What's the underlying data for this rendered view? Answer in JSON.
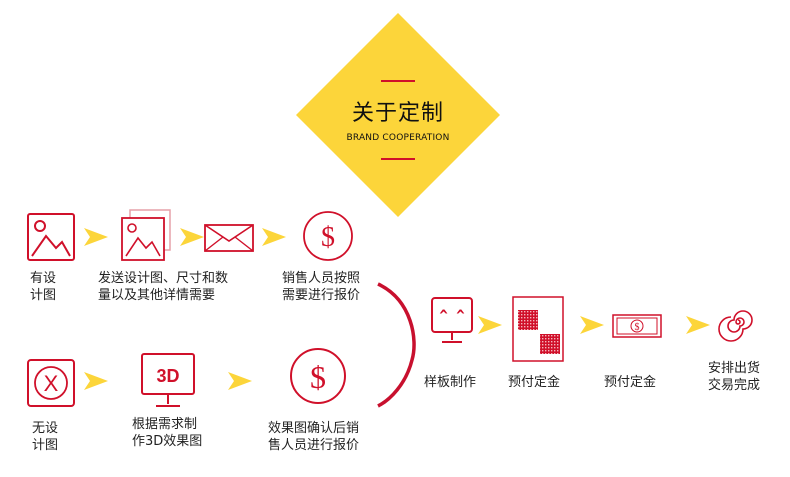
{
  "header": {
    "title": "关于定制",
    "subtitle": "BRAND COOPERATION"
  },
  "colors": {
    "accent_yellow": "#fcd53a",
    "brand_red": "#c8102e",
    "icon_red": "#d0102a"
  },
  "row_top": {
    "step1": {
      "label": "有设\n计图",
      "icon": "image-icon"
    },
    "step2": {
      "label": "发送设计图、尺寸和数\n量以及其他详情需要",
      "icon": "images-stack-icon"
    },
    "step3": {
      "icon": "envelope-icon"
    },
    "step4": {
      "label": "销售人员按照\n需要进行报价",
      "icon": "dollar-circle-icon"
    }
  },
  "row_bottom": {
    "step1": {
      "label": "无设\n计图",
      "icon": "x-badge-icon"
    },
    "step2": {
      "label": "根据需求制\n作3D效果图",
      "icon": "monitor-3d-icon",
      "icon_text": "3D"
    },
    "step3": {
      "label": "效果图确认后销\n售人员进行报价",
      "icon": "dollar-circle-icon"
    }
  },
  "row_final": {
    "step1": {
      "label": "样板制作",
      "icon": "sample-face-icon",
      "icon_text": "^ ^"
    },
    "step2": {
      "label": "预付定金",
      "icon": "fabric-swatch-icon"
    },
    "step3": {
      "label": "预付定金",
      "icon": "banknote-icon"
    },
    "step4": {
      "label": "安排出货\n交易完成",
      "icon": "spiral-icon"
    }
  }
}
